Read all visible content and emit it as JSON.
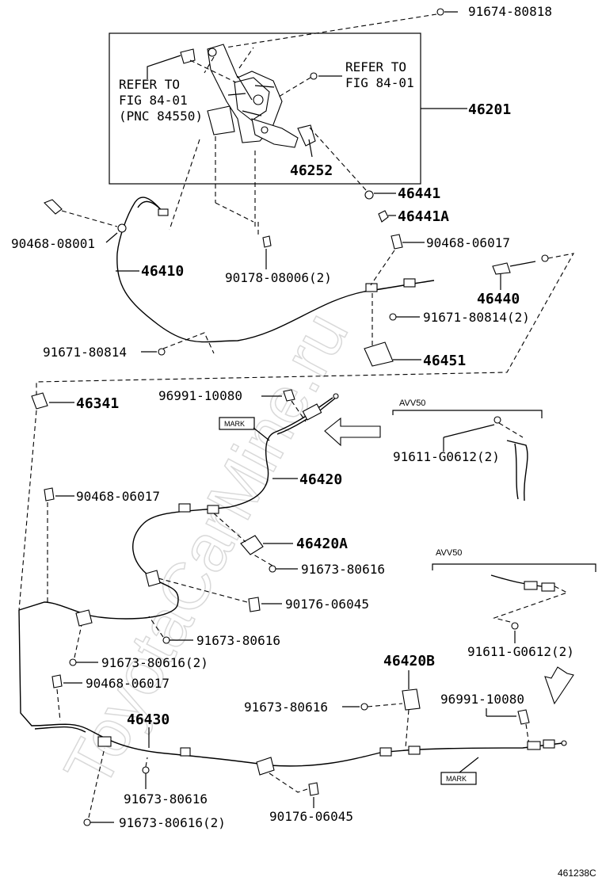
{
  "watermark": "ToyotaCarMine.ru",
  "figure_code": "461238C",
  "labels": {
    "p91674": "91674-80818",
    "refer_a": [
      "REFER TO",
      "FIG 84-01",
      "(PNC 84550)"
    ],
    "refer_b": [
      "REFER TO",
      "FIG 84-01"
    ],
    "p46201": "46201",
    "p46252": "46252",
    "p46441": "46441",
    "p46441a": "46441A",
    "p90468a": "90468-08001",
    "p46410": "46410",
    "p90178": "90178-08006(2)",
    "p90468b": "90468-06017",
    "p46440": "46440",
    "p91671a": "91671-80814(2)",
    "p91671b": "91671-80814",
    "p46451": "46451",
    "p46341": "46341",
    "p96991a": "96991-10080",
    "mark": "MARK",
    "avv50": "AVV50",
    "p91611a": "91611-G0612(2)",
    "p46420": "46420",
    "p90468c": "90468-06017",
    "p46420a": "46420A",
    "p91673a": "91673-80616",
    "p90176a": "90176-06045",
    "p91673b": "91673-80616",
    "p91673c": "91673-80616(2)",
    "p91611b": "91611-G0612(2)",
    "p90468d": "90468-06017",
    "p46420b": "46420B",
    "p91673d": "91673-80616",
    "p96991b": "96991-10080",
    "p46430": "46430",
    "p91673e": "91673-80616",
    "p91673f": "91673-80616(2)",
    "p90176b": "90176-06045"
  }
}
